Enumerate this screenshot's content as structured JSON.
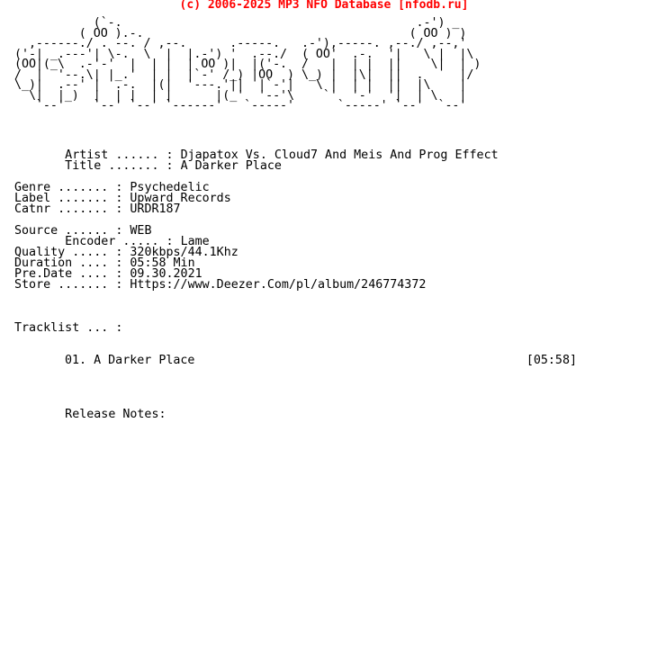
{
  "header": {
    "copyright": "(c) 2006-2025 MP3 NFO Database [nfodb.ru]"
  },
  "logo": {
    "art_lines": [
      "           (`-.                                         .-') _",
      "         ( OO ).-.                                     ( OO ) )",
      "  ,------./ . --. / ,--.      .-----.   .-'),-----. ,--./ ,--,'",
      "('-| _.---'| \\-.  \\  |  |.-') '  .--./  ( OO'  .-.  '|   \\ |  |\\",
      "(OO|(_\\  .-'-'  |  | |  | OO )|  |('-.  /   |  | |  ||    \\|  | )",
      "/  |  '--.\\| |_.'  | |  |`-' /_) |OO  ) \\_) |  |\\|  ||  .     |/",
      "\\_)|  .--' |  .-.  |(|  '---.'||  |`-'|   \\ |  | |  ||  |\\    |",
      "  \\|  |_)  |  | |  | |      |(_'  '--'\\    `'  '-'  '|  | \\   |",
      "   `--'    `--' `--' `------'   `-----'      `-----' `--'  `--'"
    ]
  },
  "release": {
    "artist_label": "       Artist ...... : ",
    "artist": "Djapatox Vs. Cloud7 And Meis And Prog Effect",
    "title_label": "       Title ....... : ",
    "title": "A Darker Place",
    "genre_label": "Genre ....... : ",
    "genre": "Psychedelic",
    "label_label": "Label ....... : ",
    "label": "Upward Records",
    "catnr_label": "Catnr ....... : ",
    "catnr": "URDR187",
    "source_label": "Source ...... : ",
    "source": "WEB",
    "encoder_label": "       Encoder ..... : ",
    "encoder": "Lame",
    "quality_label": "Quality ..... : ",
    "quality": "320kbps/44.1Khz",
    "duration_label": "Duration .... : ",
    "duration": "05:58 Min",
    "predate_label": "Pre.Date .... : ",
    "predate": "09.30.2021",
    "store_label": "Store ....... : ",
    "store": "Https://www.Deezer.Com/pl/album/246774372"
  },
  "tracklist": {
    "heading": "Tracklist ... :",
    "tracks": [
      {
        "number": "01. ",
        "title": "A Darker Place",
        "length": "[05:58]"
      }
    ]
  },
  "notes": {
    "heading": "       Release Notes:"
  }
}
